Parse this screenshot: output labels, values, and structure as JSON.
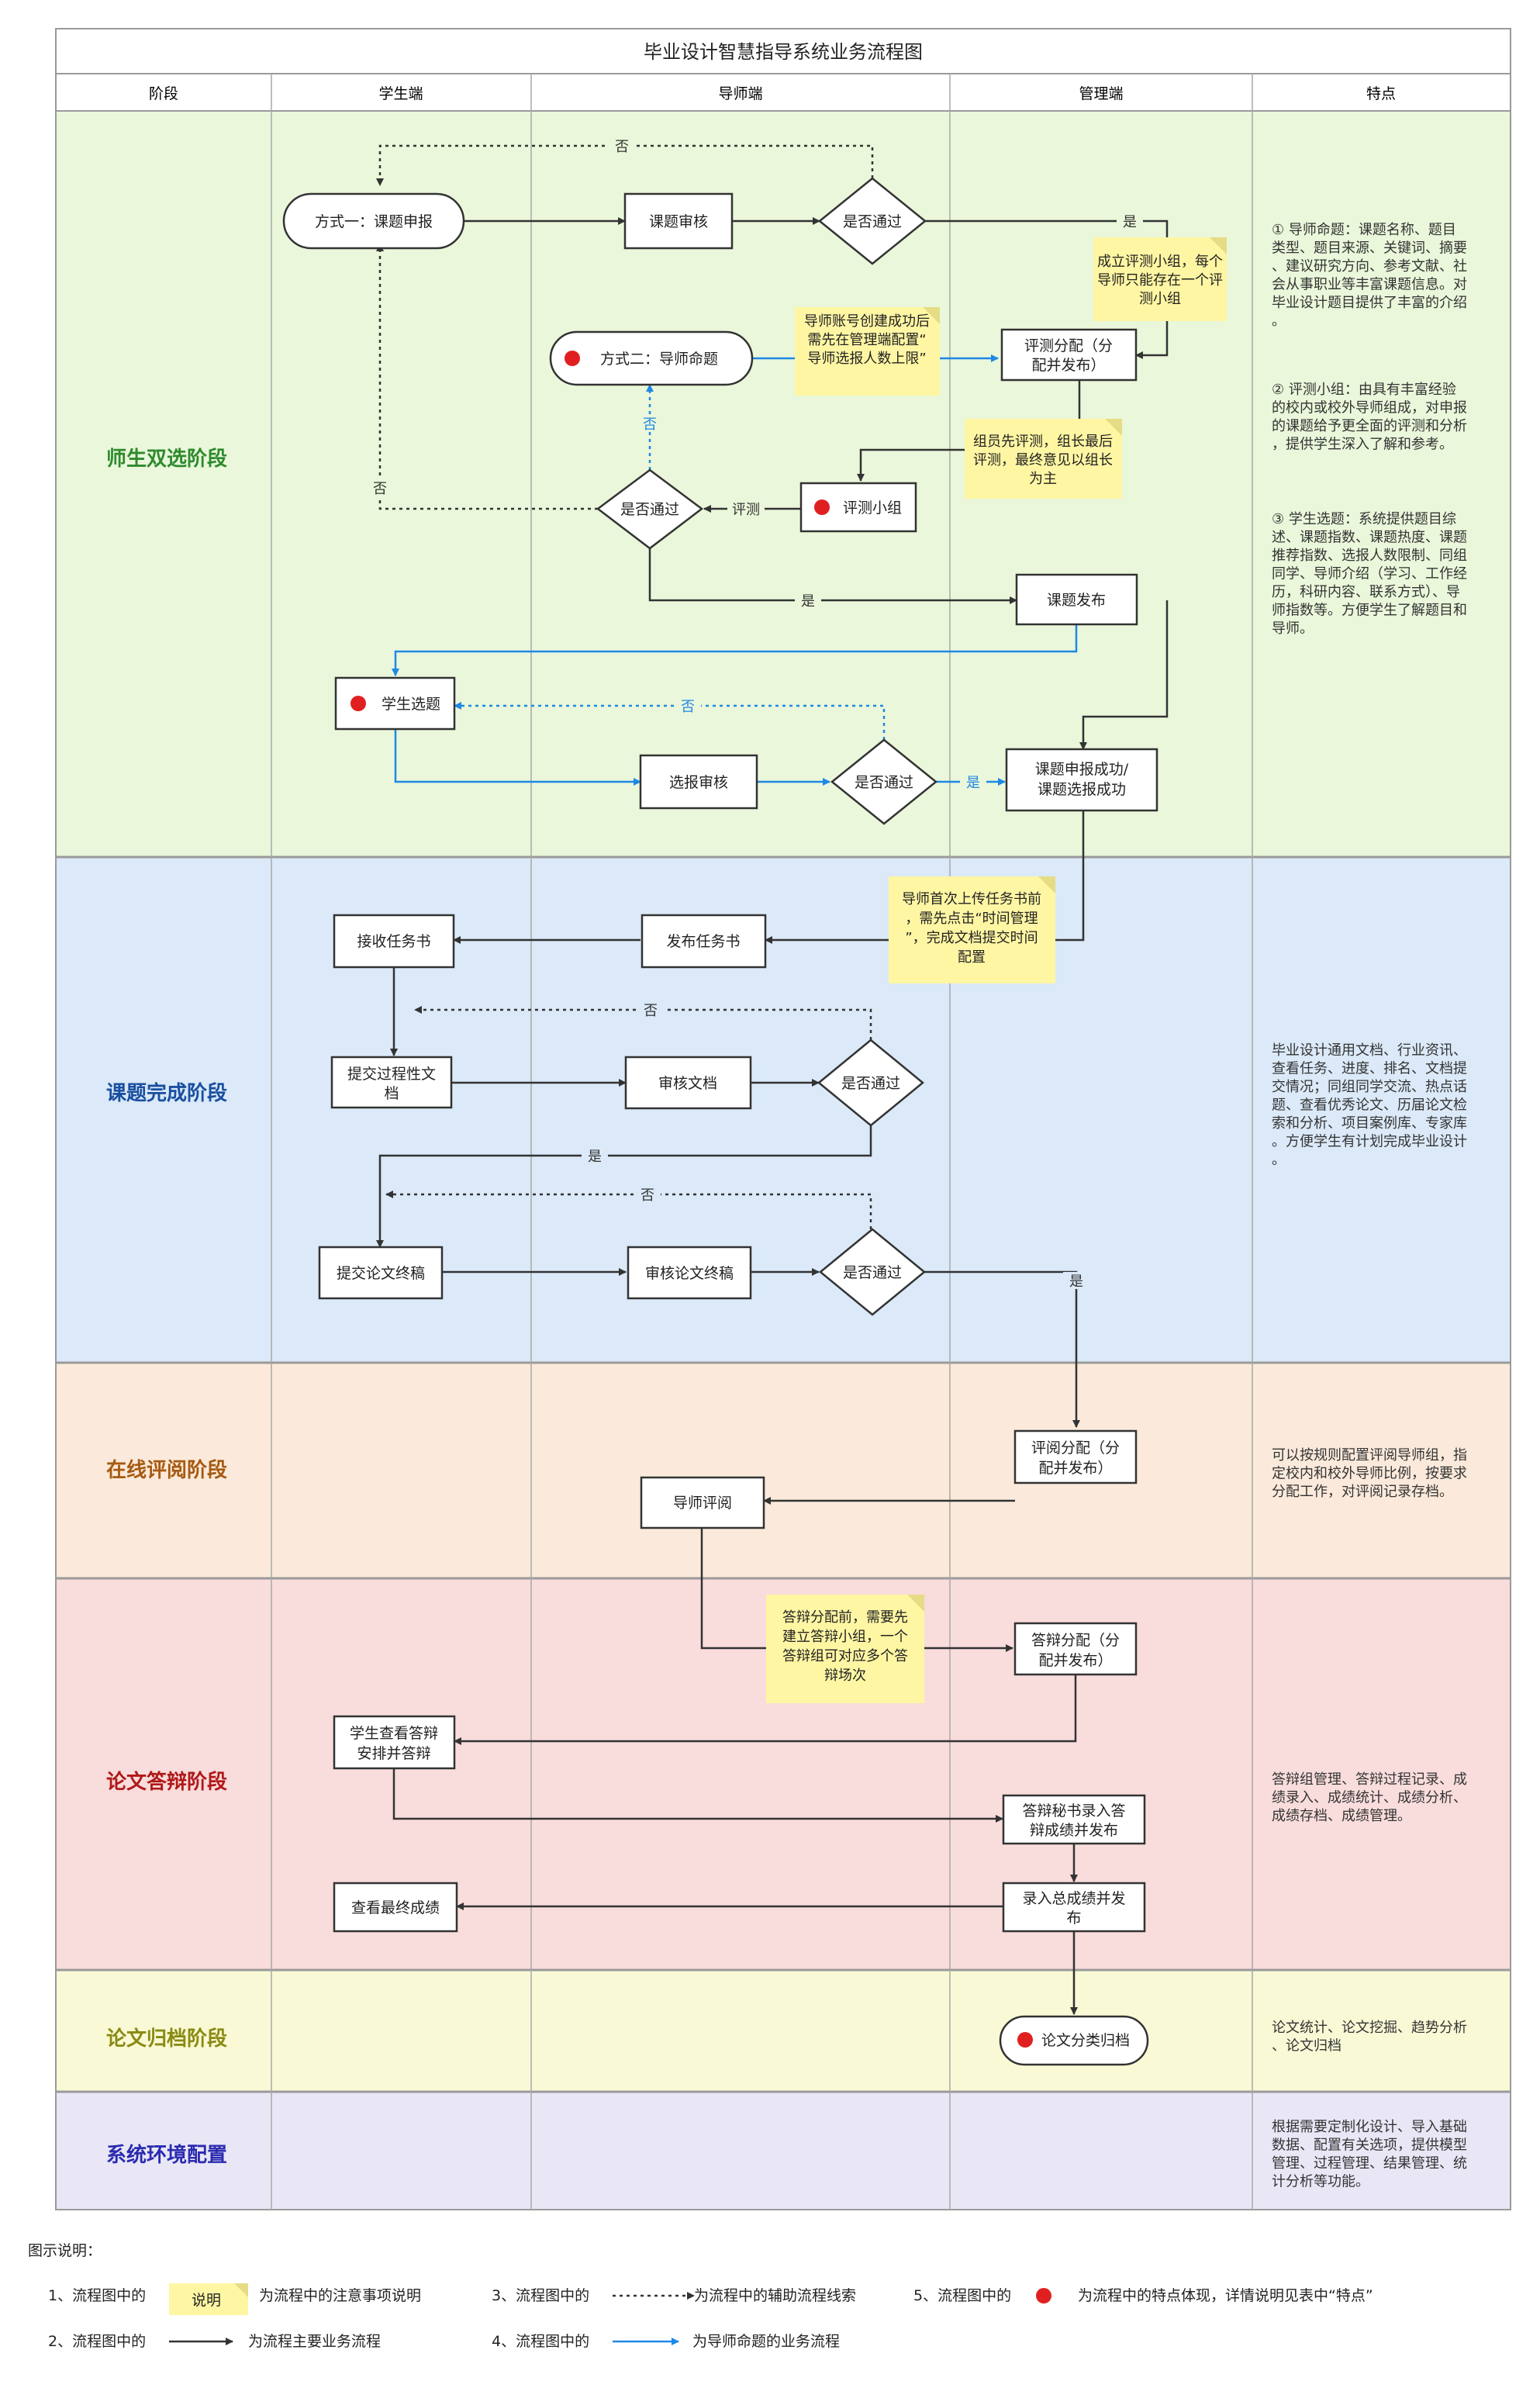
{
  "title": "毕业设计智慧指导系统业务流程图",
  "columns": [
    "阶段",
    "学生端",
    "导师端",
    "管理端",
    "特点"
  ],
  "stages": [
    {
      "name": "师生双选阶段",
      "color": "#2e8b2e"
    },
    {
      "name": "课题完成阶段",
      "color": "#1a4fa0"
    },
    {
      "name": "在线评阅阶段",
      "color": "#a65a12"
    },
    {
      "name": "论文答辩阶段",
      "color": "#b01919"
    },
    {
      "name": "论文归档阶段",
      "color": "#8a8a12"
    },
    {
      "name": "系统环境配置",
      "color": "#2b2bb0"
    }
  ],
  "features": {
    "s1": [
      "① 导师命题：课题名称、题目类型、题目来源、关键词、摘要、建议研究方向、参考文献、社会从事职业等丰富课题信息。对毕业设计题目提供了丰富的介绍。",
      "② 评测小组：由具有丰富经验的校内或校外导师组成，对申报的课题给予更全面的评测和分析，提供学生深入了解和参考。",
      "③ 学生选题：系统提供题目综述、课题指数、课题热度、课题推荐指数、选报人数限制、同组同学、导师介绍（学习、工作经历，科研内容、联系方式）、导师指数等。方便学生了解题目和导师。"
    ],
    "s2": "毕业设计通用文档、行业资讯、查看任务、进度、排名、文档提交情况；同组同学交流、热点话题、查看优秀论文、历届论文检索和分析、项目案例库、专家库。方便学生有计划完成毕业设计。",
    "s3": "可以按规则配置评阅导师组，指定校内和校外导师比例，按要求分配工作，对评阅记录存档。",
    "s4": "答辩组管理、答辩过程记录、成绩录入、成绩统计、成绩分析、成绩存档、成绩管理。",
    "s5": "论文统计、论文挖掘、趋势分析、论文归档",
    "s6": "根据需要定制化设计、导入基础数据、配置有关选项，提供模型管理、过程管理、结果管理、统计分析等功能。"
  },
  "nodes": {
    "fangshi1": "方式一：课题申报",
    "ktsh": "课题审核",
    "sftg": "是否通过",
    "pcfp": "评测分配（分配并发布）",
    "fangshi2": "方式二：导师命题",
    "pcxz": "评测小组",
    "sftg2": "是否通过",
    "ktfb": "课题发布",
    "xsxt": "学生选题",
    "xbsh": "选报审核",
    "sftg3": "是否通过",
    "ktsbcg": "课题申报成功/课题选报成功",
    "jsrws": "接收任务书",
    "fbrws": "发布任务书",
    "tjgcwd": "提交过程性文档",
    "shwd": "审核文档",
    "sftg4": "是否通过",
    "tjlwzg": "提交论文终稿",
    "shlwzg": "审核论文终稿",
    "sftg5": "是否通过",
    "pyfp": "评阅分配（分配并发布）",
    "dspy": "导师评阅",
    "dbfp": "答辩分配（分配并发布）",
    "xsckdb": "学生查看答辩安排并答辩",
    "dbmslr": "答辩秘书录入答辩成绩并发布",
    "lrzcj": "录入总成绩并发布",
    "ckzzcj": "查看最终成绩",
    "lwflgd": "论文分类归档"
  },
  "notes": {
    "n1": "成立评测小组，每个导师只能存在一个评测小组",
    "n2": "导师账号创建成功后需先在管理端配置“导师选报人数上限”",
    "n3": "组员先评测，组长最后评测，最终意见以组长为主",
    "n4": "导师首次上传任务书前，需先点击“时间管理”，完成文档提交时间配置",
    "n5": "答辩分配前，需要先建立答辩小组，一个答辩组可对应多个答辩场次"
  },
  "edge_labels": {
    "yes": "是",
    "no": "否",
    "pingce": "评测"
  },
  "legend": {
    "heading": "图示说明：",
    "items": [
      {
        "prefix": "1、流程图中的",
        "symbol": "说明",
        "desc": "为流程中的注意事项说明"
      },
      {
        "prefix": "2、流程图中的",
        "desc": "为流程主要业务流程"
      },
      {
        "prefix": "3、流程图中的",
        "desc": "为流程中的辅助流程线索"
      },
      {
        "prefix": "4、流程图中的",
        "desc": "为导师命题的业务流程"
      },
      {
        "prefix": "5、流程图中的",
        "desc": "为流程中的特点体现，详情说明见表中“特点”"
      }
    ]
  },
  "colors": {
    "s1": "#eaf7da",
    "s2": "#dbe9f8",
    "s3": "#fbeadb",
    "s4": "#f9dcdc",
    "s5": "#f9f9d6",
    "s6": "#e9e7f6",
    "note": "#fff6a3",
    "blue": "#1e88e5",
    "red": "#e02020"
  }
}
